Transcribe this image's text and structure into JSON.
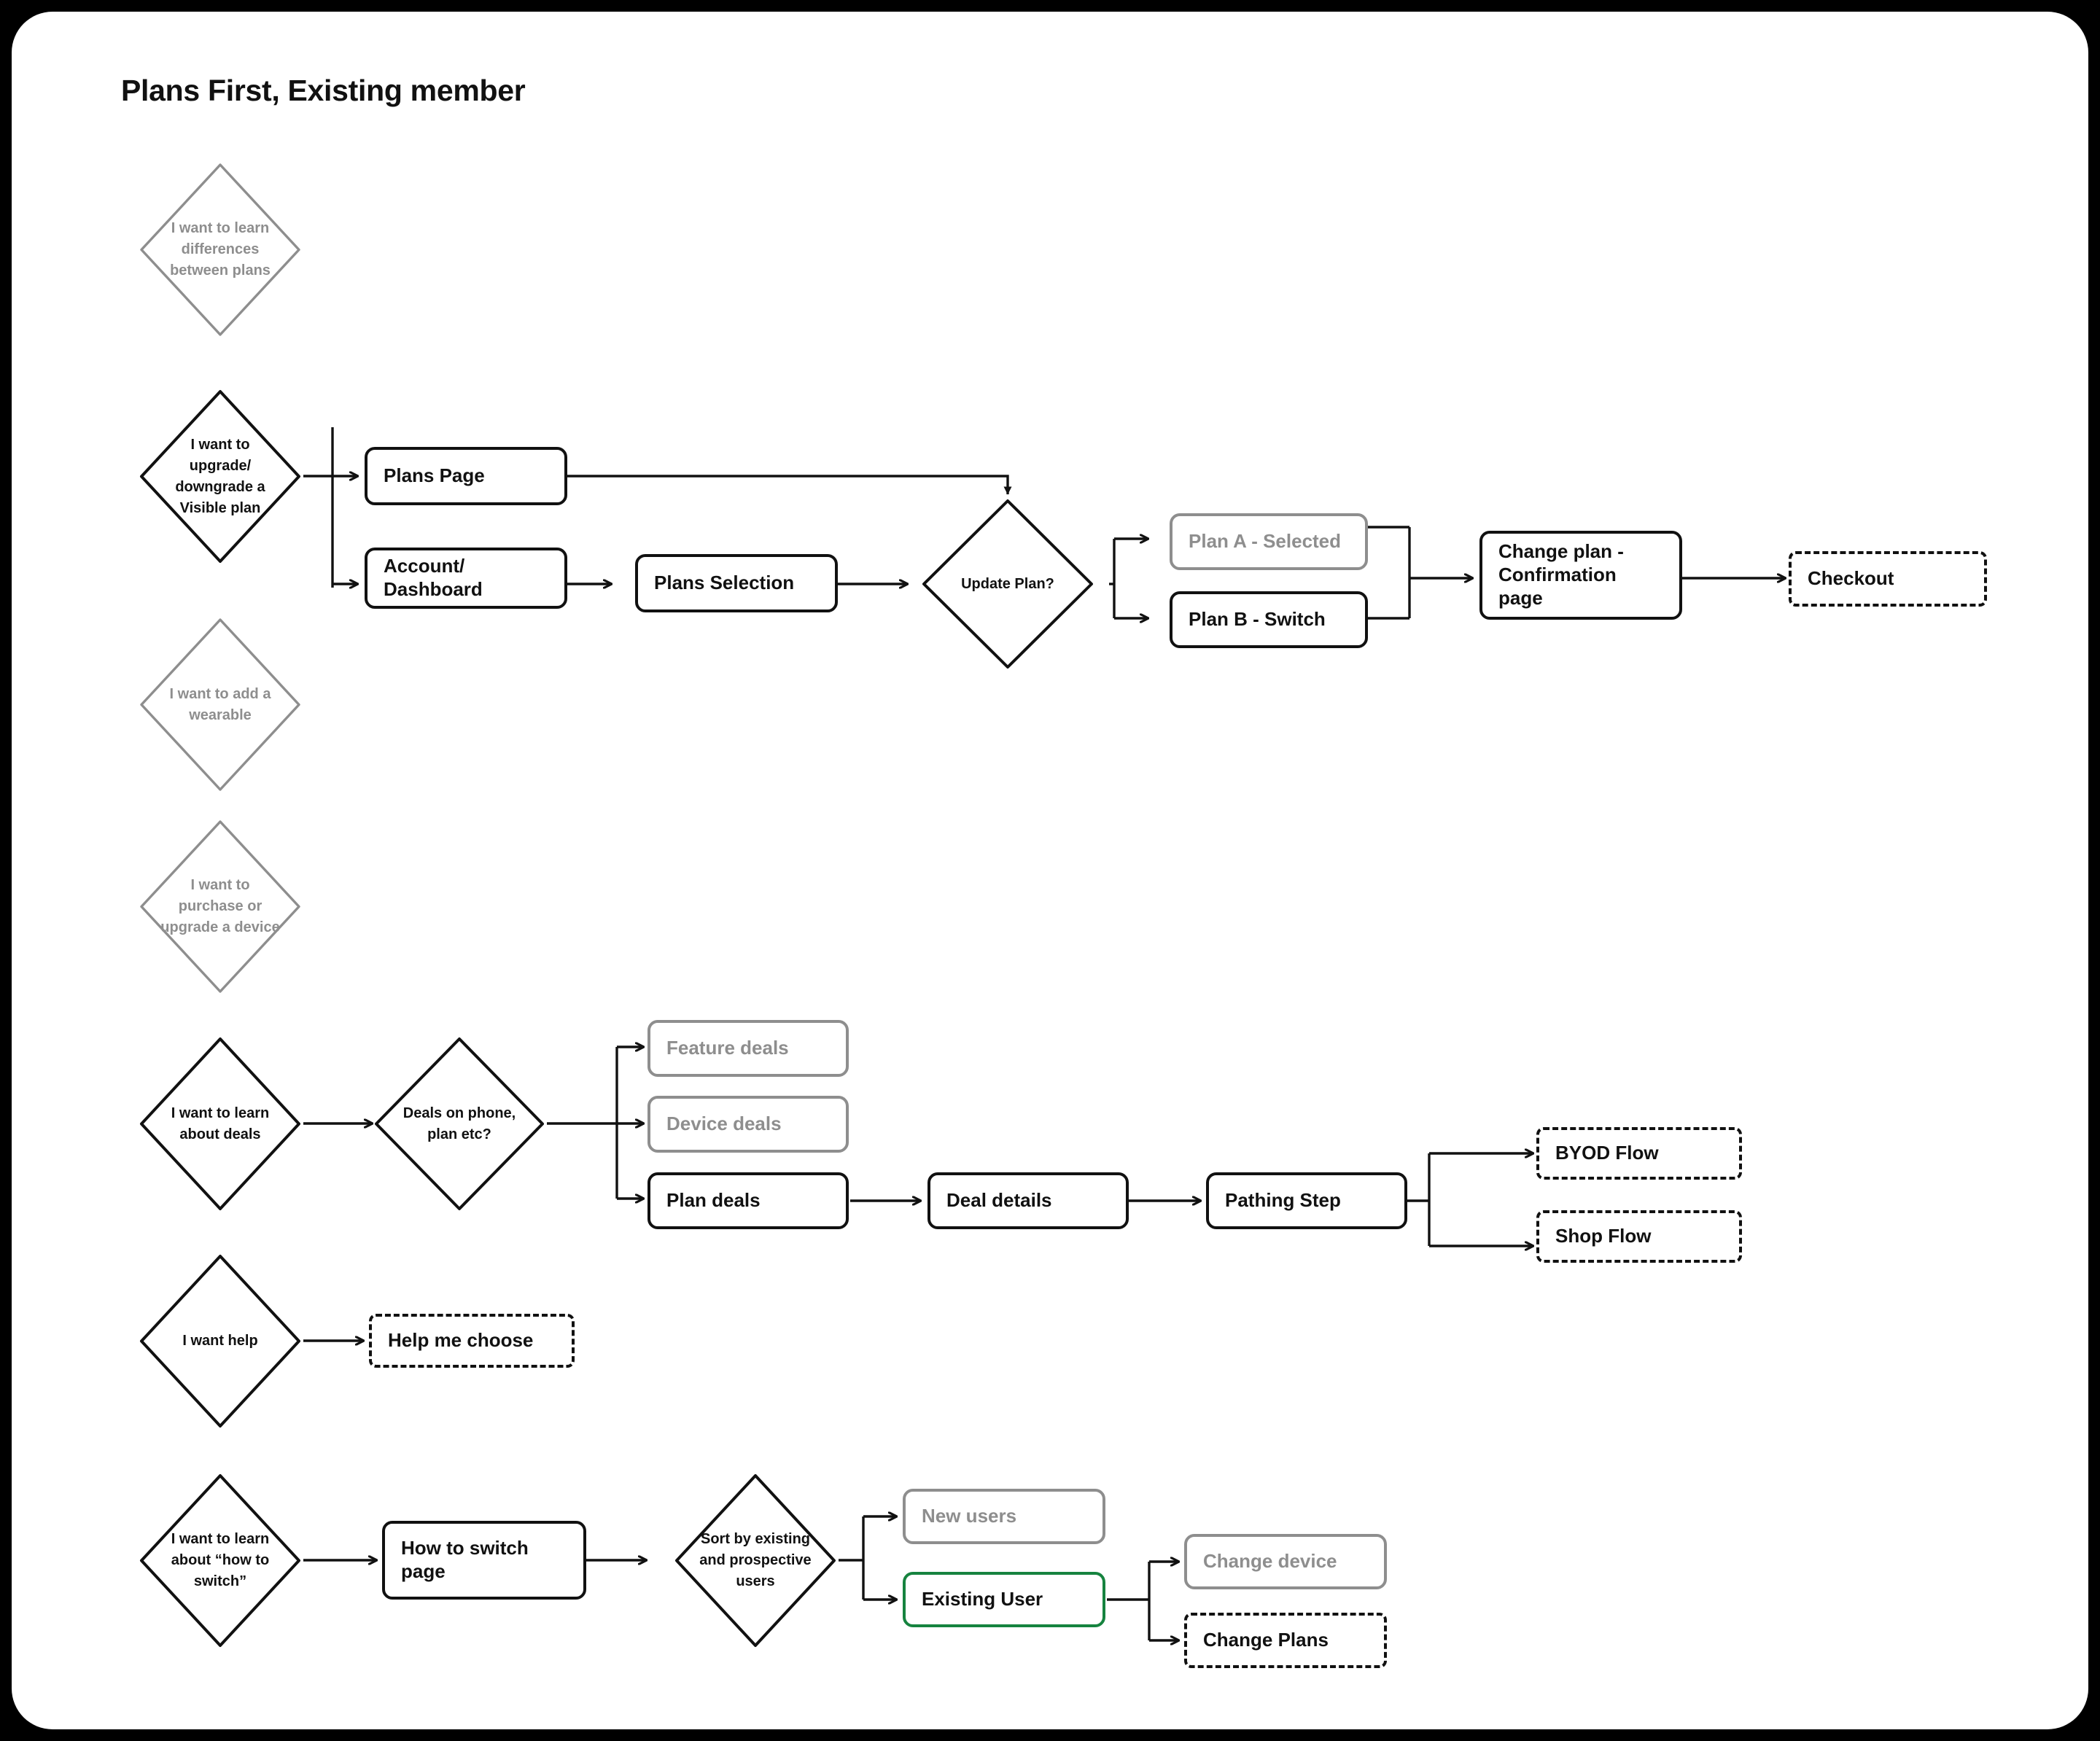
{
  "title": "Plans First, Existing member",
  "colors": {
    "ink": "#111111",
    "muted": "#8e8e8e",
    "accent_green": "#16833f",
    "canvas": "#ffffff",
    "frame": "#000000"
  },
  "diagram": {
    "type": "flowchart",
    "orientation": "left-to-right",
    "nodes": [
      {
        "id": "d_learn_diff",
        "shape": "diamond",
        "state": "muted",
        "label": "I want to learn differences between plans"
      },
      {
        "id": "d_upgrade",
        "shape": "diamond",
        "state": "active",
        "label": "I want to upgrade/ downgrade a Visible plan"
      },
      {
        "id": "b_plans_page",
        "shape": "box",
        "state": "active",
        "label": "Plans Page"
      },
      {
        "id": "b_account",
        "shape": "box",
        "state": "active",
        "label": "Account/ Dashboard"
      },
      {
        "id": "b_plans_sel",
        "shape": "box",
        "state": "active",
        "label": "Plans Selection"
      },
      {
        "id": "d_update_plan",
        "shape": "diamond",
        "state": "active",
        "label": "Update Plan?"
      },
      {
        "id": "b_plan_a",
        "shape": "box",
        "state": "muted",
        "label": "Plan A - Selected"
      },
      {
        "id": "b_plan_b",
        "shape": "box",
        "state": "active",
        "label": "Plan B - Switch"
      },
      {
        "id": "b_confirm",
        "shape": "box",
        "state": "active",
        "label": "Change plan - Confirmation page"
      },
      {
        "id": "b_checkout",
        "shape": "box",
        "state": "dashed",
        "label": "Checkout"
      },
      {
        "id": "d_wearable",
        "shape": "diamond",
        "state": "muted",
        "label": "I want to add a wearable"
      },
      {
        "id": "d_device",
        "shape": "diamond",
        "state": "muted",
        "label": "I want to purchase or upgrade a device"
      },
      {
        "id": "d_deals",
        "shape": "diamond",
        "state": "active",
        "label": "I want to learn about deals"
      },
      {
        "id": "d_deals_kind",
        "shape": "diamond",
        "state": "active",
        "label": "Deals on phone, plan etc?"
      },
      {
        "id": "b_feature_deals",
        "shape": "box",
        "state": "muted",
        "label": "Feature deals"
      },
      {
        "id": "b_device_deals",
        "shape": "box",
        "state": "muted",
        "label": "Device deals"
      },
      {
        "id": "b_plan_deals",
        "shape": "box",
        "state": "active",
        "label": "Plan deals"
      },
      {
        "id": "b_deal_details",
        "shape": "box",
        "state": "active",
        "label": "Deal details"
      },
      {
        "id": "b_pathing",
        "shape": "box",
        "state": "active",
        "label": "Pathing Step"
      },
      {
        "id": "b_byod",
        "shape": "box",
        "state": "dashed",
        "label": "BYOD Flow"
      },
      {
        "id": "b_shop",
        "shape": "box",
        "state": "dashed",
        "label": "Shop Flow"
      },
      {
        "id": "d_help",
        "shape": "diamond",
        "state": "active",
        "label": "I want help"
      },
      {
        "id": "b_help_choose",
        "shape": "box",
        "state": "dashed",
        "label": "Help me choose"
      },
      {
        "id": "d_how_switch",
        "shape": "diamond",
        "state": "active",
        "label": "I want to learn about “how to switch”"
      },
      {
        "id": "b_how_switch",
        "shape": "box",
        "state": "active",
        "label": "How to switch page"
      },
      {
        "id": "d_sort_users",
        "shape": "diamond",
        "state": "active",
        "label": "Sort by existing and prospective users"
      },
      {
        "id": "b_new_users",
        "shape": "box",
        "state": "muted",
        "label": "New users"
      },
      {
        "id": "b_existing_user",
        "shape": "box",
        "state": "green",
        "label": "Existing User"
      },
      {
        "id": "b_change_device",
        "shape": "box",
        "state": "muted",
        "label": "Change device"
      },
      {
        "id": "b_change_plans",
        "shape": "box",
        "state": "dashed",
        "label": "Change Plans"
      }
    ],
    "edges": [
      {
        "from": "d_upgrade",
        "to": "b_plans_page"
      },
      {
        "from": "d_upgrade",
        "to": "b_account"
      },
      {
        "from": "b_plans_page",
        "to": "d_update_plan"
      },
      {
        "from": "b_account",
        "to": "b_plans_sel"
      },
      {
        "from": "b_plans_sel",
        "to": "d_update_plan"
      },
      {
        "from": "d_update_plan",
        "to": "b_plan_a"
      },
      {
        "from": "d_update_plan",
        "to": "b_plan_b"
      },
      {
        "from": "b_plan_a",
        "to": "b_confirm"
      },
      {
        "from": "b_plan_b",
        "to": "b_confirm"
      },
      {
        "from": "b_confirm",
        "to": "b_checkout"
      },
      {
        "from": "d_deals",
        "to": "d_deals_kind"
      },
      {
        "from": "d_deals_kind",
        "to": "b_feature_deals"
      },
      {
        "from": "d_deals_kind",
        "to": "b_device_deals"
      },
      {
        "from": "d_deals_kind",
        "to": "b_plan_deals"
      },
      {
        "from": "b_plan_deals",
        "to": "b_deal_details"
      },
      {
        "from": "b_deal_details",
        "to": "b_pathing"
      },
      {
        "from": "b_pathing",
        "to": "b_byod"
      },
      {
        "from": "b_pathing",
        "to": "b_shop"
      },
      {
        "from": "d_help",
        "to": "b_help_choose"
      },
      {
        "from": "d_how_switch",
        "to": "b_how_switch"
      },
      {
        "from": "b_how_switch",
        "to": "d_sort_users"
      },
      {
        "from": "d_sort_users",
        "to": "b_new_users"
      },
      {
        "from": "d_sort_users",
        "to": "b_existing_user"
      },
      {
        "from": "b_existing_user",
        "to": "b_change_device"
      },
      {
        "from": "b_existing_user",
        "to": "b_change_plans"
      }
    ]
  }
}
